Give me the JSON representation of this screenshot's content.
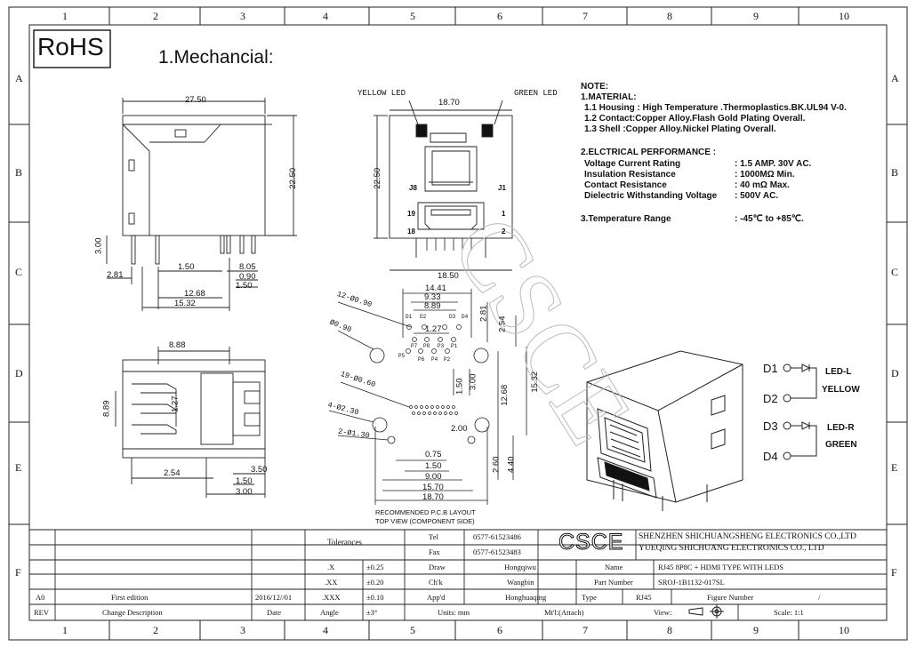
{
  "grid": {
    "columns": [
      "1",
      "2",
      "3",
      "4",
      "5",
      "6",
      "7",
      "8",
      "9",
      "10"
    ],
    "rows": [
      "A",
      "B",
      "C",
      "D",
      "E",
      "F"
    ]
  },
  "header": {
    "rohs": "RoHS",
    "title": "1.Mechancial:"
  },
  "views": {
    "side": {
      "dims": [
        "27.50",
        "22.50",
        "3.00",
        "2.81",
        "1.50",
        "8.05",
        "0.90",
        "1.50",
        "12.68",
        "15.32"
      ]
    },
    "front": {
      "yellow_led": "YELLOW LED",
      "green_led": "GREEN LED",
      "width": "18.70",
      "height": "22.50",
      "pin_j8": "J8",
      "pin_j1": "J1",
      "pin_19": "19",
      "pin_1": "1",
      "pin_18": "18",
      "pin_2": "2",
      "bottom": "18.50"
    },
    "bottom": {
      "dims": [
        "8.88",
        "8.89",
        "1.27",
        "2.54",
        "3.50",
        "1.50",
        "3.00"
      ]
    },
    "pcb": {
      "top_dims": [
        "14.41",
        "9.33",
        "8.89"
      ],
      "holes_small": "12-Ø0.90",
      "holes_mid": "Ø0.90",
      "pins": [
        "D1",
        "D2",
        "D3",
        "D4",
        "P7",
        "P8",
        "P3",
        "P1",
        "P6",
        "P4",
        "P2",
        "P5"
      ],
      "dims": [
        "2.81",
        "2.54",
        "1.27",
        "1.50",
        "3.00",
        "12.68",
        "15.32",
        "2.00",
        "2.60",
        "4.40",
        "0.75",
        "1.50",
        "9.00",
        "15.70",
        "18.70"
      ],
      "hdmi_holes": "19-Ø0.60",
      "holes_230": "4-Ø2.30",
      "holes_130": "2-Ø1.30",
      "caption1": "RECOMMENDED P.C.B LAYOUT",
      "caption2": "TOP VIEW (COMPONENT SIDE)"
    }
  },
  "notes": {
    "heading": "NOTE:",
    "material": "1.MATERIAL:",
    "m1": "1.1 Housing : High Temperature .Thermoplastics.BK.UL94 V-0.",
    "m2": "1.2 Contact:Copper Alloy.Flash Gold Plating Overall.",
    "m3": "1.3 Shell    :Copper Alloy.Nickel Plating Overall.",
    "elec": "2.ELCTRICAL PERFORMANCE :",
    "e1_label": "Voltage Current Rating",
    "e1_value": ": 1.5 AMP. 30V AC.",
    "e2_label": "Insulation Resistance",
    "e2_value": ": 1000MΩ  Min.",
    "e3_label": "Contact Resistance",
    "e3_value": ": 40 mΩ  Max.",
    "e4_label": "Dielectric Withstanding Voltage",
    "e4_value": ": 500V AC.",
    "temp_label": "3.Temperature Range",
    "temp_value": ": -45℃ to +85℃."
  },
  "schematic": {
    "d1": "D1",
    "d2": "D2",
    "d3": "D3",
    "d4": "D4",
    "led_l": "LED-L",
    "yellow": "YELLOW",
    "led_r": "LED-R",
    "green": "GREEN"
  },
  "watermark": "CSCE",
  "title_block": {
    "tolerances": "Tolerances",
    "tol_rows": [
      {
        "key": ".X",
        "val": "±0.25"
      },
      {
        "key": ".XX",
        "val": "±0.20"
      },
      {
        "key": ".XXX",
        "val": "±0.10"
      },
      {
        "key": "Angle",
        "val": "±3°"
      }
    ],
    "tel_label": "Tel",
    "tel": "0577-61523486",
    "fax_label": "Fax",
    "fax": "0577-61523483",
    "logo": "CSCE",
    "company1": "SHENZHEN SHICHUANGSHENG ELECTRONICS CO.,LTD",
    "company2": "YUEQING SHICHUANG ELECTRONICS CO., LTD",
    "draw_label": "Draw",
    "draw": "Hongqiwu",
    "chk_label": "Ch'k",
    "chk": "Wangbin",
    "appd_label": "App'd",
    "appd": "Honghuaqing",
    "name_label": "Name",
    "name": "RJ45 8P8C + HDMI TYPE WITH LEDS",
    "pn_label": "Part Number",
    "pn": "SROJ-1B1132-017SL",
    "type_label": "Type",
    "type": "RJ45",
    "fig_label": "Figure Number",
    "fig": "/",
    "units": "Units: mm",
    "mts": "Mt'l:(Attach)",
    "view_label": "View:",
    "scale": "Scale: 1:1",
    "rev_a0": "A0",
    "first_edition": "First edition",
    "date": "2016/12//01",
    "rev_label": "REV",
    "change_desc": "Change Description",
    "date_label": "Date"
  }
}
